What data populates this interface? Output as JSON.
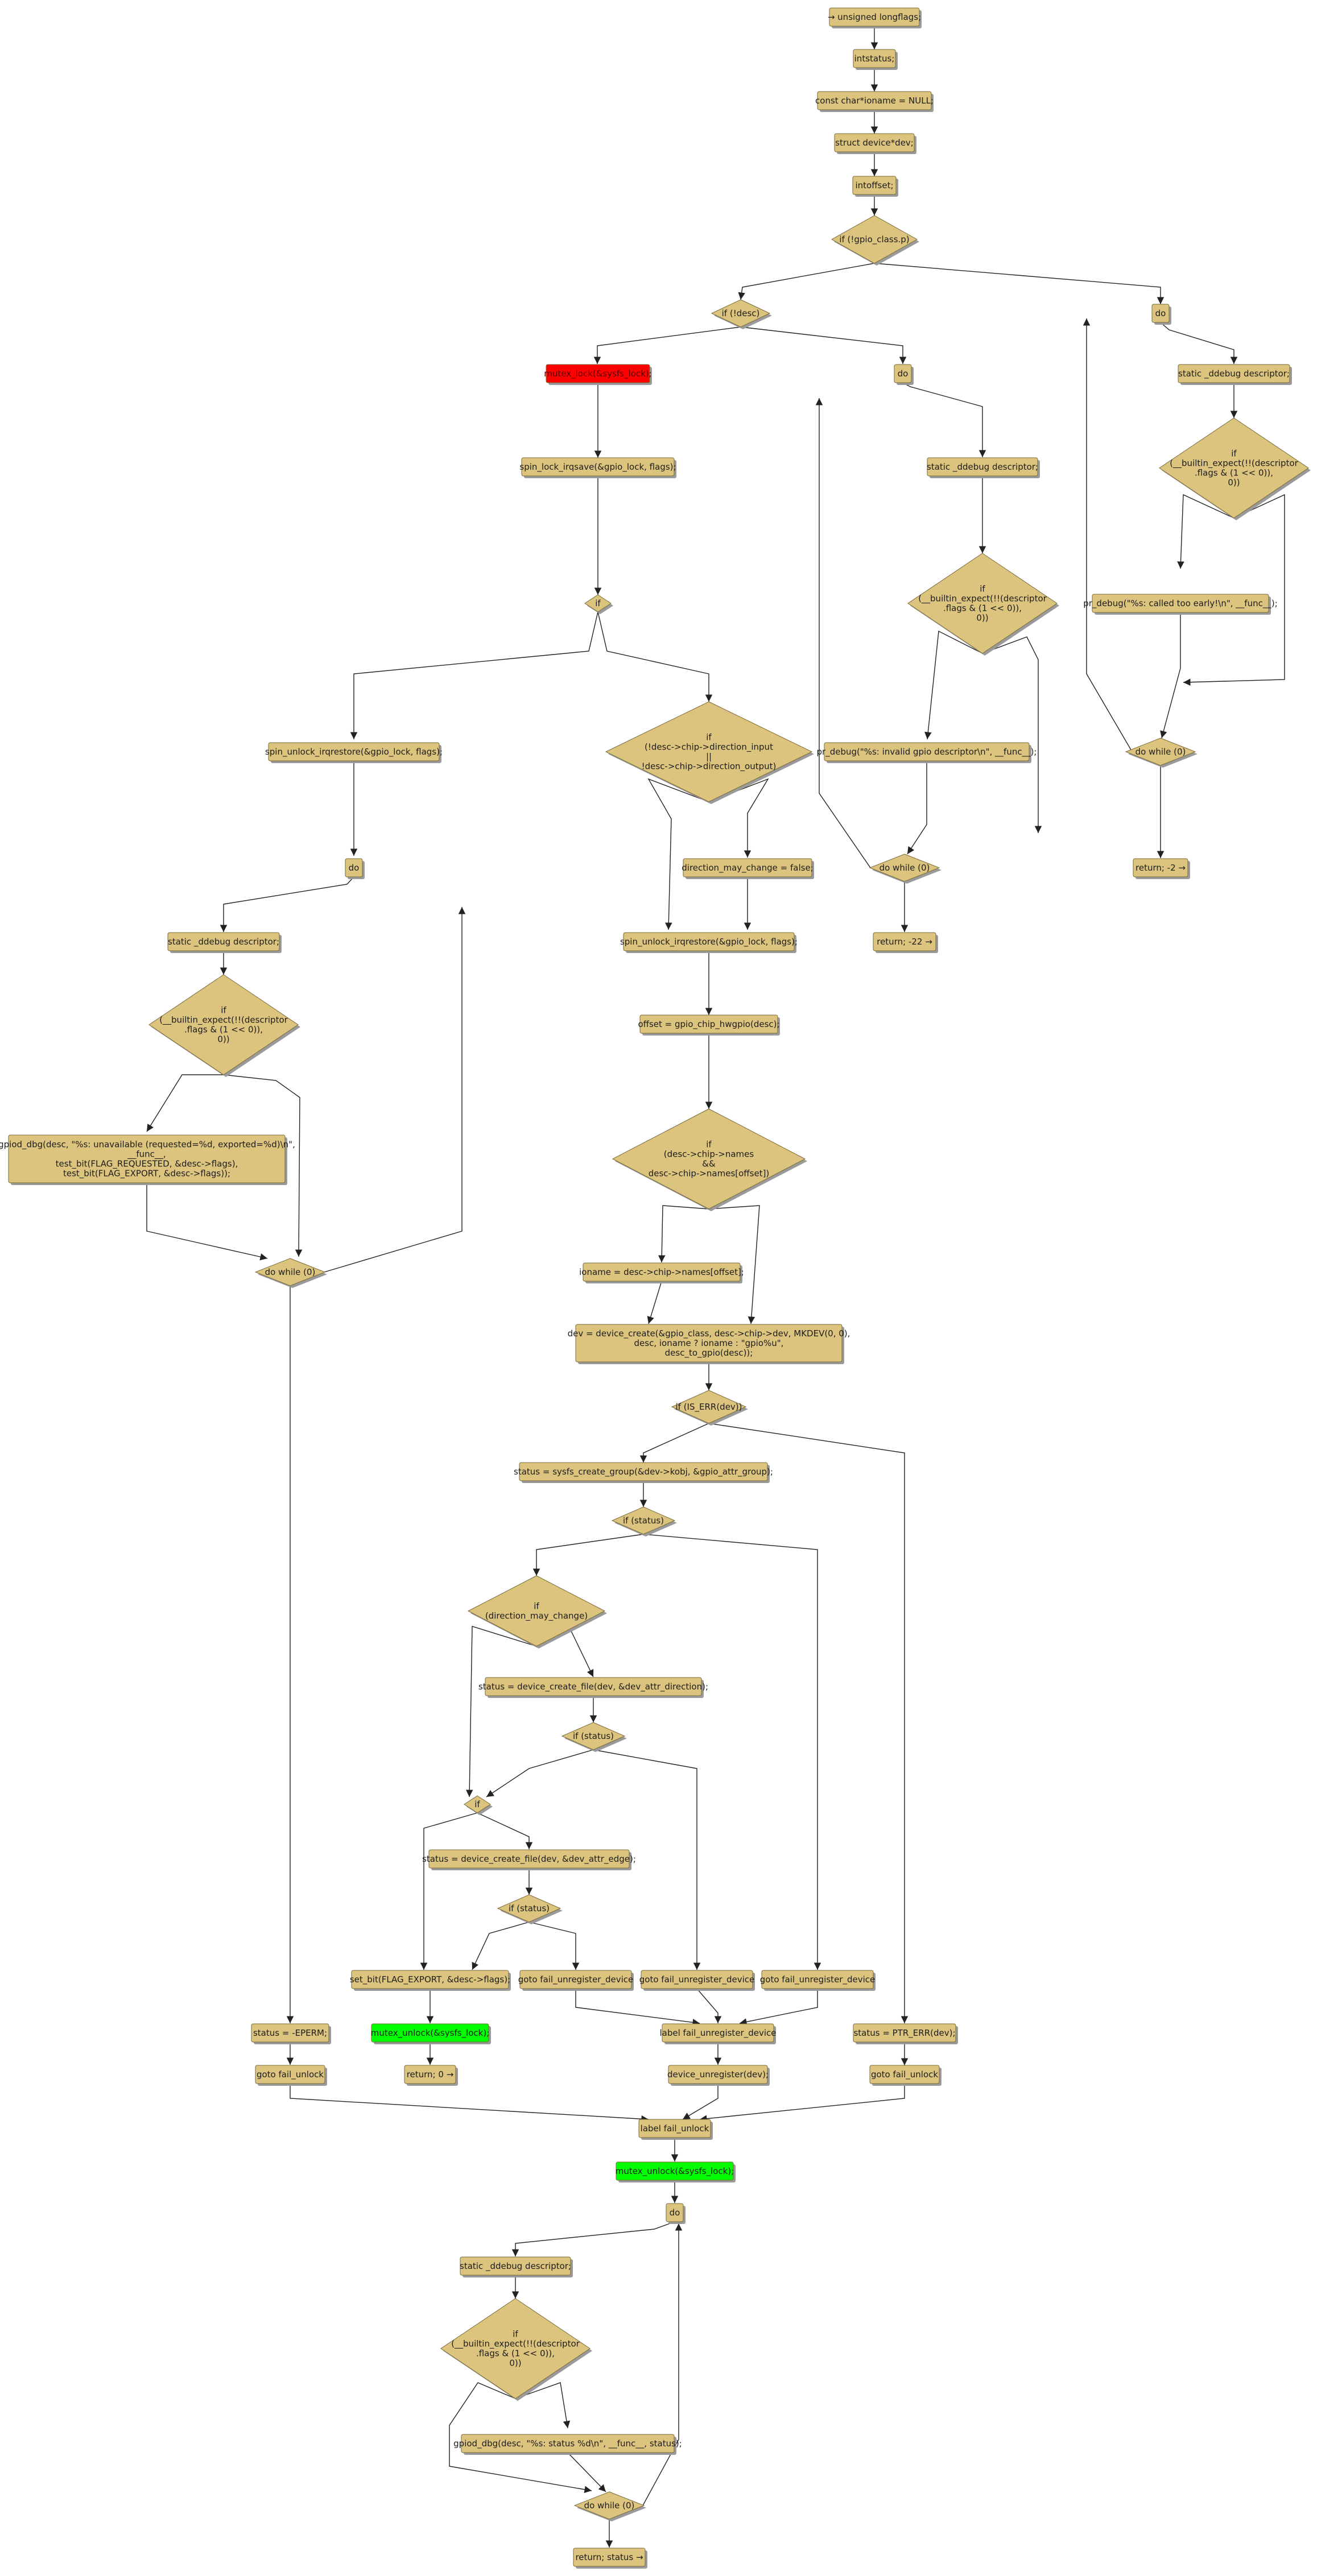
{
  "colors": {
    "node_fill": "#dcc47e",
    "node_stroke": "#7a6a3a",
    "shadow": "#9a9a9a",
    "edge": "#222222",
    "lock_red": "#ff0000",
    "unlock_green": "#00ff00"
  },
  "nodes": [
    {
      "id": "n1",
      "text": "→ unsigned longflags;",
      "kind": "box"
    },
    {
      "id": "n2",
      "text": "intstatus;",
      "kind": "box"
    },
    {
      "id": "n3",
      "text": "const char*ioname = NULL;",
      "kind": "box"
    },
    {
      "id": "n4",
      "text": "struct device*dev;",
      "kind": "box"
    },
    {
      "id": "n5",
      "text": "intoffset;",
      "kind": "box"
    },
    {
      "id": "d1",
      "text": "if (!gpio_class.p)",
      "kind": "diamond"
    },
    {
      "id": "d2",
      "text": "if (!desc)",
      "kind": "diamond"
    },
    {
      "id": "do_r",
      "text": "do",
      "kind": "box"
    },
    {
      "id": "lock1",
      "text": "mutex_lock(&sysfs_lock);",
      "kind": "box",
      "color": "red"
    },
    {
      "id": "do_m",
      "text": "do",
      "kind": "box"
    },
    {
      "id": "sdr",
      "text": "static _ddebug descriptor;",
      "kind": "box"
    },
    {
      "id": "spinlock",
      "text": "spin_lock_irqsave(&gpio_lock, flags);",
      "kind": "box"
    },
    {
      "id": "sdm",
      "text": "static _ddebug descriptor;",
      "kind": "box"
    },
    {
      "id": "dbr",
      "text": "if\n(__builtin_expect(!!(descriptor\n.flags & (1 << 0)),\n0))",
      "kind": "diamond"
    },
    {
      "id": "dif",
      "text": "if",
      "kind": "diamond"
    },
    {
      "id": "dbm",
      "text": "if\n(__builtin_expect(!!(descriptor\n.flags & (1 << 0)),\n0))",
      "kind": "diamond"
    },
    {
      "id": "prr",
      "text": "pr_debug(\"%s: called too early!\\n\", __func__);",
      "kind": "box"
    },
    {
      "id": "spinun1",
      "text": "spin_unlock_irqrestore(&gpio_lock, flags);",
      "kind": "box"
    },
    {
      "id": "ddir",
      "text": "if\n(!desc->chip->direction_input\n||\n!desc->chip->direction_output)",
      "kind": "diamond"
    },
    {
      "id": "prm",
      "text": "pr_debug(\"%s: invalid gpio descriptor\\n\", __func__);",
      "kind": "box"
    },
    {
      "id": "dwr",
      "text": "do while (0)",
      "kind": "diamond"
    },
    {
      "id": "ret2",
      "text": "return; -2 →",
      "kind": "box"
    },
    {
      "id": "do_l",
      "text": "do",
      "kind": "box"
    },
    {
      "id": "dirmay",
      "text": "direction_may_change = false;",
      "kind": "box"
    },
    {
      "id": "dwm",
      "text": "do while (0)",
      "kind": "diamond"
    },
    {
      "id": "sdl",
      "text": "static _ddebug descriptor;",
      "kind": "box"
    },
    {
      "id": "spinun2",
      "text": "spin_unlock_irqrestore(&gpio_lock, flags);",
      "kind": "box"
    },
    {
      "id": "ret22",
      "text": "return; -22 →",
      "kind": "box"
    },
    {
      "id": "offset",
      "text": "offset = gpio_chip_hwgpio(desc);",
      "kind": "box"
    },
    {
      "id": "dbl",
      "text": "if\n(__builtin_expect(!!(descriptor\n.flags & (1 << 0)),\n0))",
      "kind": "diamond"
    },
    {
      "id": "gpiod",
      "text": "gpiod_dbg(desc, \"%s: unavailable (requested=%d, exported=%d)\\n\",\n__func__,\ntest_bit(FLAG_REQUESTED, &desc->flags),\ntest_bit(FLAG_EXPORT, &desc->flags));",
      "kind": "box"
    },
    {
      "id": "dnames",
      "text": "if\n(desc->chip->names\n&&\ndesc->chip->names[offset])",
      "kind": "diamond"
    },
    {
      "id": "ioname",
      "text": "ioname = desc->chip->names[offset];",
      "kind": "box"
    },
    {
      "id": "dwl",
      "text": "do while (0)",
      "kind": "diamond"
    },
    {
      "id": "devcreate",
      "text": "dev = device_create(&gpio_class, desc->chip->dev, MKDEV(0, 0),\ndesc, ioname ? ioname : \"gpio%u\",\ndesc_to_gpio(desc));",
      "kind": "box"
    },
    {
      "id": "diserr",
      "text": "if (IS_ERR(dev))",
      "kind": "diamond"
    },
    {
      "id": "sysfsgrp",
      "text": "status = sysfs_create_group(&dev->kobj, &gpio_attr_group);",
      "kind": "box"
    },
    {
      "id": "dst1",
      "text": "if (status)",
      "kind": "diamond"
    },
    {
      "id": "ddmc",
      "text": "if\n(direction_may_change)",
      "kind": "diamond"
    },
    {
      "id": "crdir",
      "text": "status = device_create_file(dev, &dev_attr_direction);",
      "kind": "box"
    },
    {
      "id": "dst2",
      "text": "if (status)",
      "kind": "diamond"
    },
    {
      "id": "dif2",
      "text": "if",
      "kind": "diamond"
    },
    {
      "id": "credge",
      "text": "status = device_create_file(dev, &dev_attr_edge);",
      "kind": "box"
    },
    {
      "id": "dst3",
      "text": "if (status)",
      "kind": "diamond"
    },
    {
      "id": "setbit",
      "text": "set_bit(FLAG_EXPORT, &desc->flags);",
      "kind": "box"
    },
    {
      "id": "gfu1",
      "text": "goto fail_unregister_device",
      "kind": "box"
    },
    {
      "id": "gfu2",
      "text": "goto fail_unregister_device",
      "kind": "box"
    },
    {
      "id": "gfu3",
      "text": "goto fail_unregister_device",
      "kind": "box"
    },
    {
      "id": "eperm",
      "text": "status = -EPERM;",
      "kind": "box"
    },
    {
      "id": "unlock1",
      "text": "mutex_unlock(&sysfs_lock);",
      "kind": "box",
      "color": "green"
    },
    {
      "id": "lfud",
      "text": "label fail_unregister_device",
      "kind": "box"
    },
    {
      "id": "ptrerr",
      "text": "status = PTR_ERR(dev);",
      "kind": "box"
    },
    {
      "id": "gful1",
      "text": "goto fail_unlock",
      "kind": "box"
    },
    {
      "id": "ret0",
      "text": "return; 0 →",
      "kind": "box"
    },
    {
      "id": "devunreg",
      "text": "device_unregister(dev);",
      "kind": "box"
    },
    {
      "id": "gful2",
      "text": "goto fail_unlock",
      "kind": "box"
    },
    {
      "id": "lful",
      "text": "label fail_unlock",
      "kind": "box"
    },
    {
      "id": "unlock2",
      "text": "mutex_unlock(&sysfs_lock);",
      "kind": "box",
      "color": "green"
    },
    {
      "id": "do_b",
      "text": "do",
      "kind": "box"
    },
    {
      "id": "sdb",
      "text": "static _ddebug descriptor;",
      "kind": "box"
    },
    {
      "id": "dbb",
      "text": "if\n(__builtin_expect(!!(descriptor\n.flags & (1 << 0)),\n0))",
      "kind": "diamond"
    },
    {
      "id": "gpiodb",
      "text": "gpiod_dbg(desc, \"%s: status %d\\n\", __func__, status);",
      "kind": "box"
    },
    {
      "id": "dwb",
      "text": "do while (0)",
      "kind": "diamond"
    },
    {
      "id": "retst",
      "text": "return; status →",
      "kind": "box"
    }
  ],
  "edges": [
    [
      "n1",
      "n2"
    ],
    [
      "n2",
      "n3"
    ],
    [
      "n3",
      "n4"
    ],
    [
      "n4",
      "n5"
    ],
    [
      "n5",
      "d1"
    ],
    [
      "d1",
      "d2"
    ],
    [
      "d1",
      "do_r"
    ],
    [
      "d2",
      "lock1"
    ],
    [
      "d2",
      "do_m"
    ],
    [
      "do_r",
      "sdr"
    ],
    [
      "sdr",
      "dbr"
    ],
    [
      "dbr",
      "prr"
    ],
    [
      "dbr",
      "dwr"
    ],
    [
      "prr",
      "dwr"
    ],
    [
      "dwr",
      "do_r"
    ],
    [
      "dwr",
      "ret2"
    ],
    [
      "do_m",
      "sdm"
    ],
    [
      "sdm",
      "dbm"
    ],
    [
      "dbm",
      "prm"
    ],
    [
      "dbm",
      "dwm"
    ],
    [
      "prm",
      "dwm"
    ],
    [
      "dwm",
      "do_m"
    ],
    [
      "dwm",
      "ret22"
    ],
    [
      "lock1",
      "spinlock"
    ],
    [
      "spinlock",
      "dif"
    ],
    [
      "dif",
      "spinun1"
    ],
    [
      "dif",
      "ddir"
    ],
    [
      "spinun1",
      "do_l"
    ],
    [
      "do_l",
      "sdl"
    ],
    [
      "sdl",
      "dbl"
    ],
    [
      "dbl",
      "gpiod"
    ],
    [
      "dbl",
      "dwl"
    ],
    [
      "gpiod",
      "dwl"
    ],
    [
      "dwl",
      "do_l"
    ],
    [
      "dwl",
      "eperm"
    ],
    [
      "ddir",
      "spinun2"
    ],
    [
      "ddir",
      "dirmay"
    ],
    [
      "dirmay",
      "spinun2"
    ],
    [
      "spinun2",
      "offset"
    ],
    [
      "offset",
      "dnames"
    ],
    [
      "dnames",
      "ioname"
    ],
    [
      "dnames",
      "devcreate"
    ],
    [
      "ioname",
      "devcreate"
    ],
    [
      "devcreate",
      "diserr"
    ],
    [
      "diserr",
      "sysfsgrp"
    ],
    [
      "diserr",
      "ptrerr"
    ],
    [
      "sysfsgrp",
      "dst1"
    ],
    [
      "dst1",
      "ddmc"
    ],
    [
      "dst1",
      "gfu3"
    ],
    [
      "ddmc",
      "dif2"
    ],
    [
      "ddmc",
      "crdir"
    ],
    [
      "crdir",
      "dst2"
    ],
    [
      "dst2",
      "dif2"
    ],
    [
      "dst2",
      "gfu2"
    ],
    [
      "dif2",
      "setbit"
    ],
    [
      "dif2",
      "credge"
    ],
    [
      "credge",
      "dst3"
    ],
    [
      "dst3",
      "gfu1"
    ],
    [
      "dst3",
      "setbit"
    ],
    [
      "setbit",
      "unlock1"
    ],
    [
      "unlock1",
      "ret0"
    ],
    [
      "gfu1",
      "lfud"
    ],
    [
      "gfu2",
      "lfud"
    ],
    [
      "gfu3",
      "lfud"
    ],
    [
      "lfud",
      "devunreg"
    ],
    [
      "devunreg",
      "lful"
    ],
    [
      "eperm",
      "gful1"
    ],
    [
      "gful1",
      "lful"
    ],
    [
      "ptrerr",
      "gful2"
    ],
    [
      "gful2",
      "lful"
    ],
    [
      "lful",
      "unlock2"
    ],
    [
      "unlock2",
      "do_b"
    ],
    [
      "do_b",
      "sdb"
    ],
    [
      "sdb",
      "dbb"
    ],
    [
      "dbb",
      "gpiodb"
    ],
    [
      "dbb",
      "dwb"
    ],
    [
      "gpiodb",
      "dwb"
    ],
    [
      "dwb",
      "do_b"
    ],
    [
      "dwb",
      "retst"
    ]
  ]
}
